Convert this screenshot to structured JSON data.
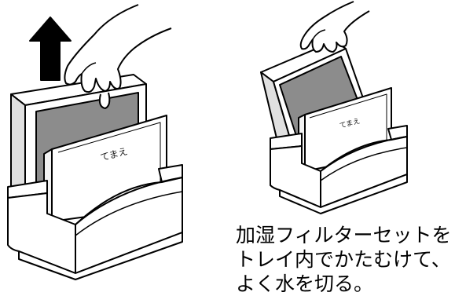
{
  "illustration": {
    "left": {
      "card_label": "てまえ",
      "arrow_direction": "up"
    },
    "right": {
      "card_label": "てまえ"
    }
  },
  "caption": {
    "lines": [
      "加湿フィルターセットを",
      "トレイ内でかたむけて、",
      "よく水を切る。"
    ]
  },
  "colors": {
    "filter_face": "#8c8c8c",
    "filter_side": "#d9d9d9",
    "outline": "#000000"
  }
}
